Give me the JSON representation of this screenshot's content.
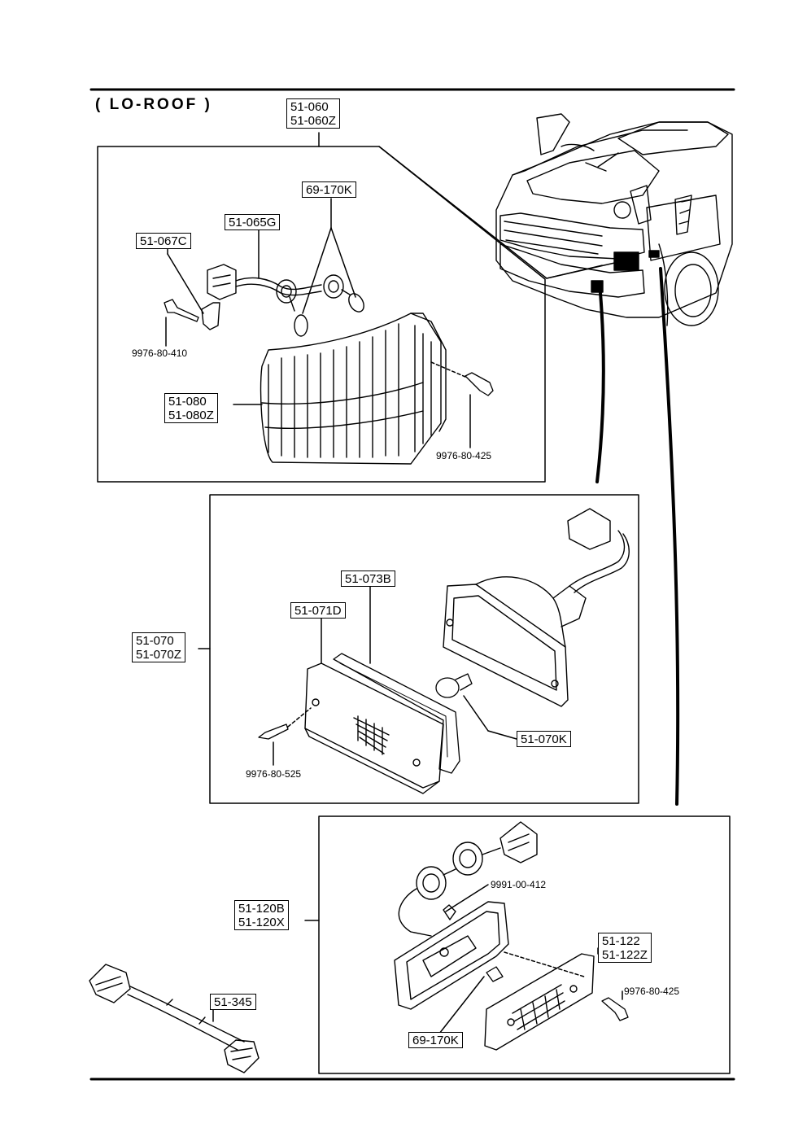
{
  "title": "( LO-ROOF )",
  "callouts": {
    "c1": [
      "51-060",
      "51-060Z"
    ],
    "c2": [
      "69-170K"
    ],
    "c3": [
      "51-065G"
    ],
    "c4": [
      "51-067C"
    ],
    "c5": [
      "9976-80-410"
    ],
    "c6": [
      "51-080",
      "51-080Z"
    ],
    "c7": [
      "9976-80-425"
    ],
    "c8": [
      "51-073B"
    ],
    "c9": [
      "51-071D"
    ],
    "c10": [
      "51-070",
      "51-070Z"
    ],
    "c11": [
      "51-070K"
    ],
    "c12": [
      "9976-80-525"
    ],
    "c13": [
      "9991-00-412"
    ],
    "c14": [
      "51-120B",
      "51-120X"
    ],
    "c15": [
      "51-122",
      "51-122Z"
    ],
    "c16": [
      "9976-80-425"
    ],
    "c17": [
      "51-345"
    ],
    "c18": [
      "69-170K"
    ]
  }
}
